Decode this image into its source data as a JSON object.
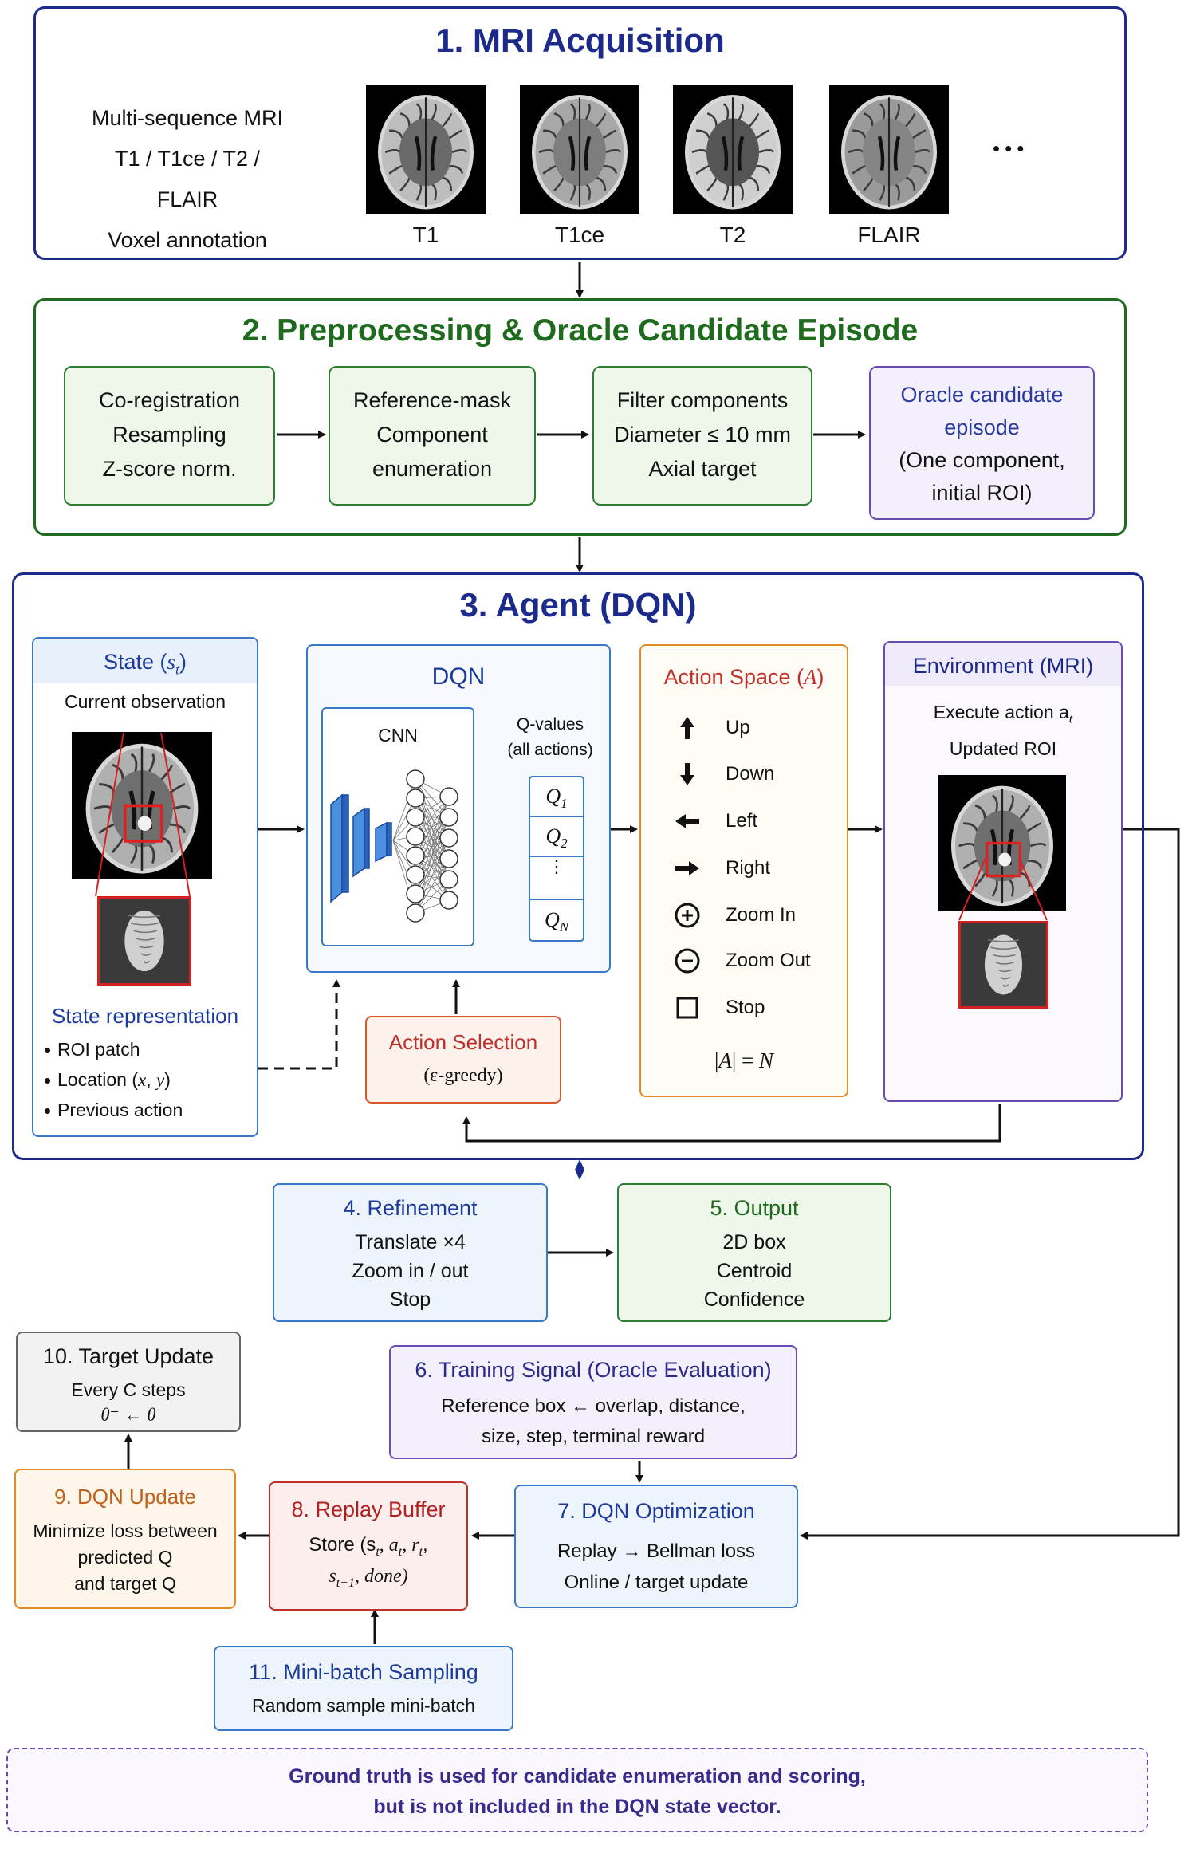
{
  "section1": {
    "title": "1. MRI Acquisition",
    "info": [
      "Multi-sequence MRI",
      "T1 / T1ce / T2 / FLAIR",
      "Voxel annotation"
    ],
    "scans": [
      "T1",
      "T1ce",
      "T2",
      "FLAIR"
    ],
    "ellipsis": "•••"
  },
  "section2": {
    "title": "2. Preprocessing & Oracle Candidate Episode",
    "steps": [
      [
        "Co-registration",
        "Resampling",
        "Z-score norm."
      ],
      [
        "Reference-mask",
        "Component",
        "enumeration"
      ],
      [
        "Filter components",
        "Diameter ≤ 10 mm",
        "Axial target"
      ]
    ],
    "oracle": [
      "Oracle candidate",
      "episode",
      "(One component,",
      "initial ROI)"
    ]
  },
  "section3": {
    "title": "3. Agent (DQN)",
    "state": {
      "title": "State (",
      "sym": "s",
      "sub": "t",
      "close": ")",
      "subtitle": "Current observation",
      "rep_title": "State representation",
      "bullets": [
        "ROI patch",
        "Location (x, y)",
        "Previous action"
      ]
    },
    "dqn": {
      "title": "DQN",
      "cnn": "CNN",
      "qvalues": [
        "Q-values",
        "(all actions)"
      ],
      "q": [
        "Q",
        "Q",
        "Q"
      ],
      "qsub": [
        "1",
        "2",
        "N"
      ]
    },
    "action_space": {
      "title": "Action Space (A)",
      "actions": [
        "Up",
        "Down",
        "Left",
        "Right",
        "Zoom In",
        "Zoom Out",
        "Stop"
      ],
      "card": "|A| = N"
    },
    "environment": {
      "title": "Environment (MRI)",
      "lines": [
        "Execute action a",
        "Updated ROI"
      ],
      "sub": "t"
    },
    "selection": {
      "title": "Action Selection",
      "sub": "(ε-greedy)"
    }
  },
  "refinement": {
    "title": "4. Refinement",
    "lines": [
      "Translate ×4",
      "Zoom in / out",
      "Stop"
    ]
  },
  "output": {
    "title": "5. Output",
    "lines": [
      "2D box",
      "Centroid",
      "Confidence"
    ]
  },
  "training": {
    "title": "6. Training Signal (Oracle Evaluation)",
    "lines": [
      "Reference box ← overlap, distance,",
      "size, step, terminal reward"
    ]
  },
  "optimization": {
    "title": "7. DQN Optimization",
    "lines": [
      "Replay → Bellman loss",
      "Online / target update"
    ]
  },
  "replay": {
    "title": "8. Replay Buffer",
    "lines": [
      "Store (s",
      "t",
      ", a",
      "t",
      ", r",
      "t",
      ",",
      "s",
      "t+1",
      ", done)"
    ]
  },
  "dqn_update": {
    "title": "9. DQN Update",
    "lines": [
      "Minimize loss between",
      "predicted Q",
      "and target Q"
    ]
  },
  "target_update": {
    "title": "10. Target Update",
    "lines": [
      "Every C steps",
      "θ⁻ ← θ"
    ]
  },
  "minibatch": {
    "title": "11. Mini-batch Sampling",
    "line": "Random sample mini-batch"
  },
  "note": [
    "Ground truth is used for candidate enumeration and scoring,",
    "but is not included in the DQN state vector."
  ],
  "colors": {
    "navy": "#1c2a8c",
    "green": "#1e6b1e",
    "purple": "#5a3c9c",
    "orange": "#d9771e",
    "red": "#c0302a",
    "blue": "#2a5aa8"
  }
}
